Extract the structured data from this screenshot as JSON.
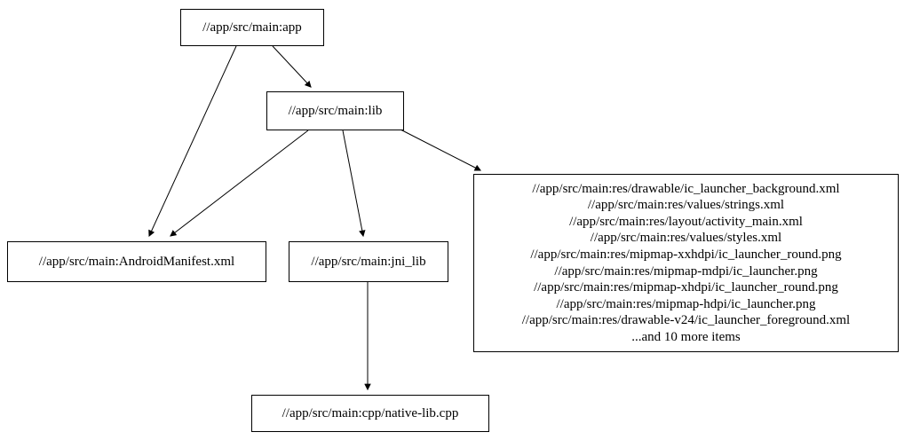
{
  "diagram": {
    "type": "dependency-graph",
    "nodes": {
      "app": {
        "label": "//app/src/main:app"
      },
      "lib": {
        "label": "//app/src/main:lib"
      },
      "manifest": {
        "label": "//app/src/main:AndroidManifest.xml"
      },
      "jni_lib": {
        "label": "//app/src/main:jni_lib"
      },
      "cpp": {
        "label": "//app/src/main:cpp/native-lib.cpp"
      },
      "resources": {
        "lines": [
          "//app/src/main:res/drawable/ic_launcher_background.xml",
          "//app/src/main:res/values/strings.xml",
          "//app/src/main:res/layout/activity_main.xml",
          "//app/src/main:res/values/styles.xml",
          "//app/src/main:res/mipmap-xxhdpi/ic_launcher_round.png",
          "//app/src/main:res/mipmap-mdpi/ic_launcher.png",
          "//app/src/main:res/mipmap-xhdpi/ic_launcher_round.png",
          "//app/src/main:res/mipmap-hdpi/ic_launcher.png",
          "//app/src/main:res/drawable-v24/ic_launcher_foreground.xml",
          "...and 10 more items"
        ]
      }
    },
    "edges": [
      {
        "from": "app",
        "to": "lib"
      },
      {
        "from": "app",
        "to": "manifest"
      },
      {
        "from": "lib",
        "to": "manifest"
      },
      {
        "from": "lib",
        "to": "jni_lib"
      },
      {
        "from": "lib",
        "to": "resources"
      },
      {
        "from": "jni_lib",
        "to": "cpp"
      }
    ],
    "colors": {
      "node_border": "#000000",
      "node_fill": "#ffffff",
      "edge": "#000000",
      "background": "#ffffff"
    }
  }
}
